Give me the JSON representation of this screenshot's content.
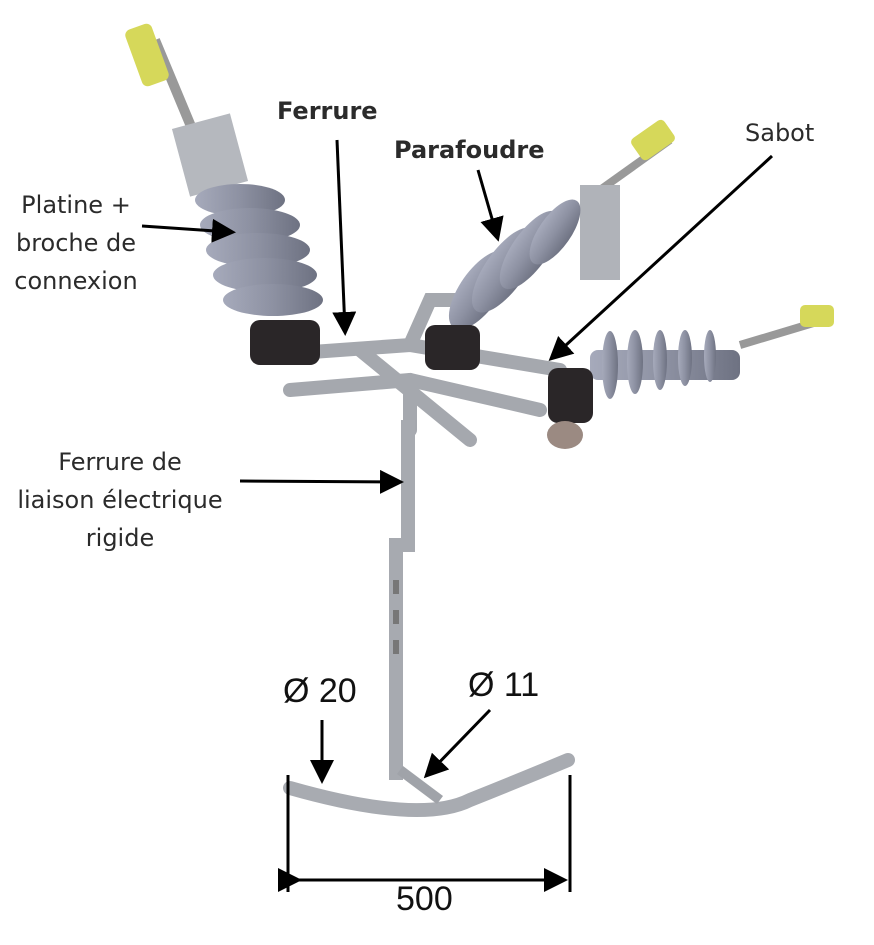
{
  "labels": {
    "ferrure": "Ferrure",
    "parafoudre": "Parafoudre",
    "sabot": "Sabot",
    "platine": [
      "Platine +",
      "broche de",
      "connexion"
    ],
    "liaison": [
      "Ferrure de",
      "liaison électrique",
      "rigide"
    ]
  },
  "dimensions": {
    "dia_tube": "Ø 20",
    "dia_bar": "Ø 11",
    "width": "500"
  },
  "colors": {
    "insulator": "#8f93a3",
    "metal": "#a9acb2",
    "tip": "#d6d85a",
    "arrow": "#000000"
  }
}
